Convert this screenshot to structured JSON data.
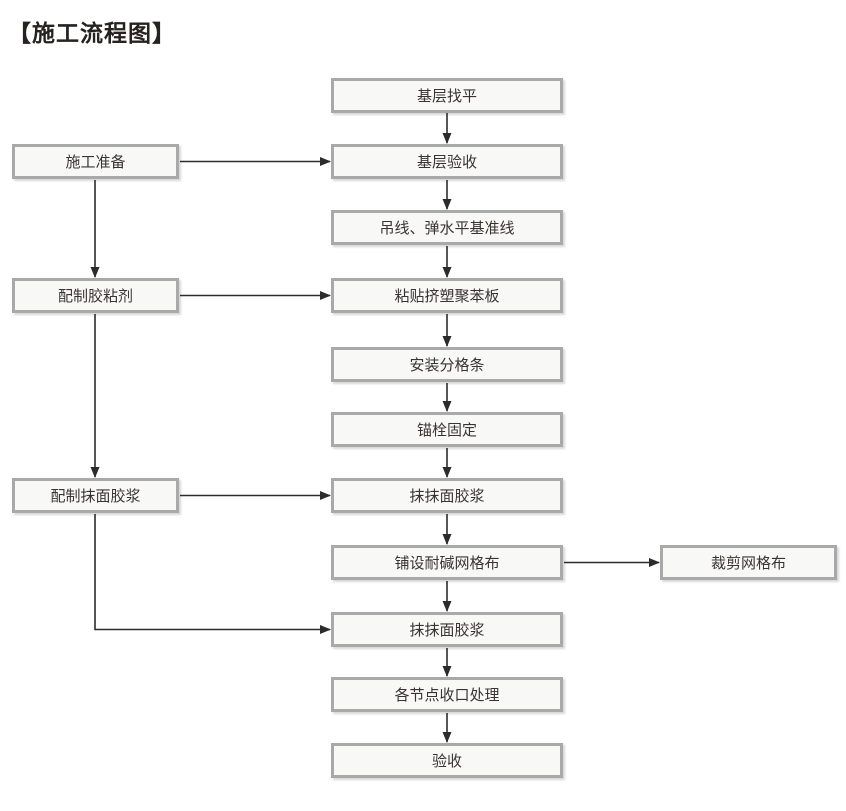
{
  "title": "【施工流程图】",
  "colors": {
    "box_border": "#a9a9a9",
    "box_fill": "#f8f8f7",
    "box_text": "#3a3430",
    "arrow": "#2b2b2b",
    "title_text": "#262220",
    "background": "#ffffff"
  },
  "flowchart": {
    "nodes": {
      "main": [
        {
          "id": "m1",
          "label": "基层找平"
        },
        {
          "id": "m2",
          "label": "基层验收"
        },
        {
          "id": "m3",
          "label": "吊线、弹水平基准线"
        },
        {
          "id": "m4",
          "label": "粘贴挤塑聚苯板"
        },
        {
          "id": "m5",
          "label": "安装分格条"
        },
        {
          "id": "m6",
          "label": "锚栓固定"
        },
        {
          "id": "m7",
          "label": "抹抹面胶浆"
        },
        {
          "id": "m8",
          "label": "铺设耐碱网格布"
        },
        {
          "id": "m9",
          "label": "抹抹面胶浆"
        },
        {
          "id": "m10",
          "label": "各节点收口处理"
        },
        {
          "id": "m11",
          "label": "验收"
        }
      ],
      "left": [
        {
          "id": "l1",
          "label": "施工准备"
        },
        {
          "id": "l2",
          "label": "配制胶粘剂"
        },
        {
          "id": "l3",
          "label": "配制抹面胶浆"
        }
      ],
      "right": [
        {
          "id": "r1",
          "label": "裁剪网格布"
        }
      ]
    },
    "edges": [
      [
        "m1",
        "m2"
      ],
      [
        "m2",
        "m3"
      ],
      [
        "m3",
        "m4"
      ],
      [
        "m4",
        "m5"
      ],
      [
        "m5",
        "m6"
      ],
      [
        "m6",
        "m7"
      ],
      [
        "m7",
        "m8"
      ],
      [
        "m8",
        "m9"
      ],
      [
        "m9",
        "m10"
      ],
      [
        "m10",
        "m11"
      ],
      [
        "l1",
        "m2"
      ],
      [
        "l1",
        "l2"
      ],
      [
        "l2",
        "m4"
      ],
      [
        "l2",
        "l3"
      ],
      [
        "l3",
        "m7"
      ],
      [
        "l3",
        "m9"
      ],
      [
        "m8",
        "r1"
      ]
    ]
  }
}
